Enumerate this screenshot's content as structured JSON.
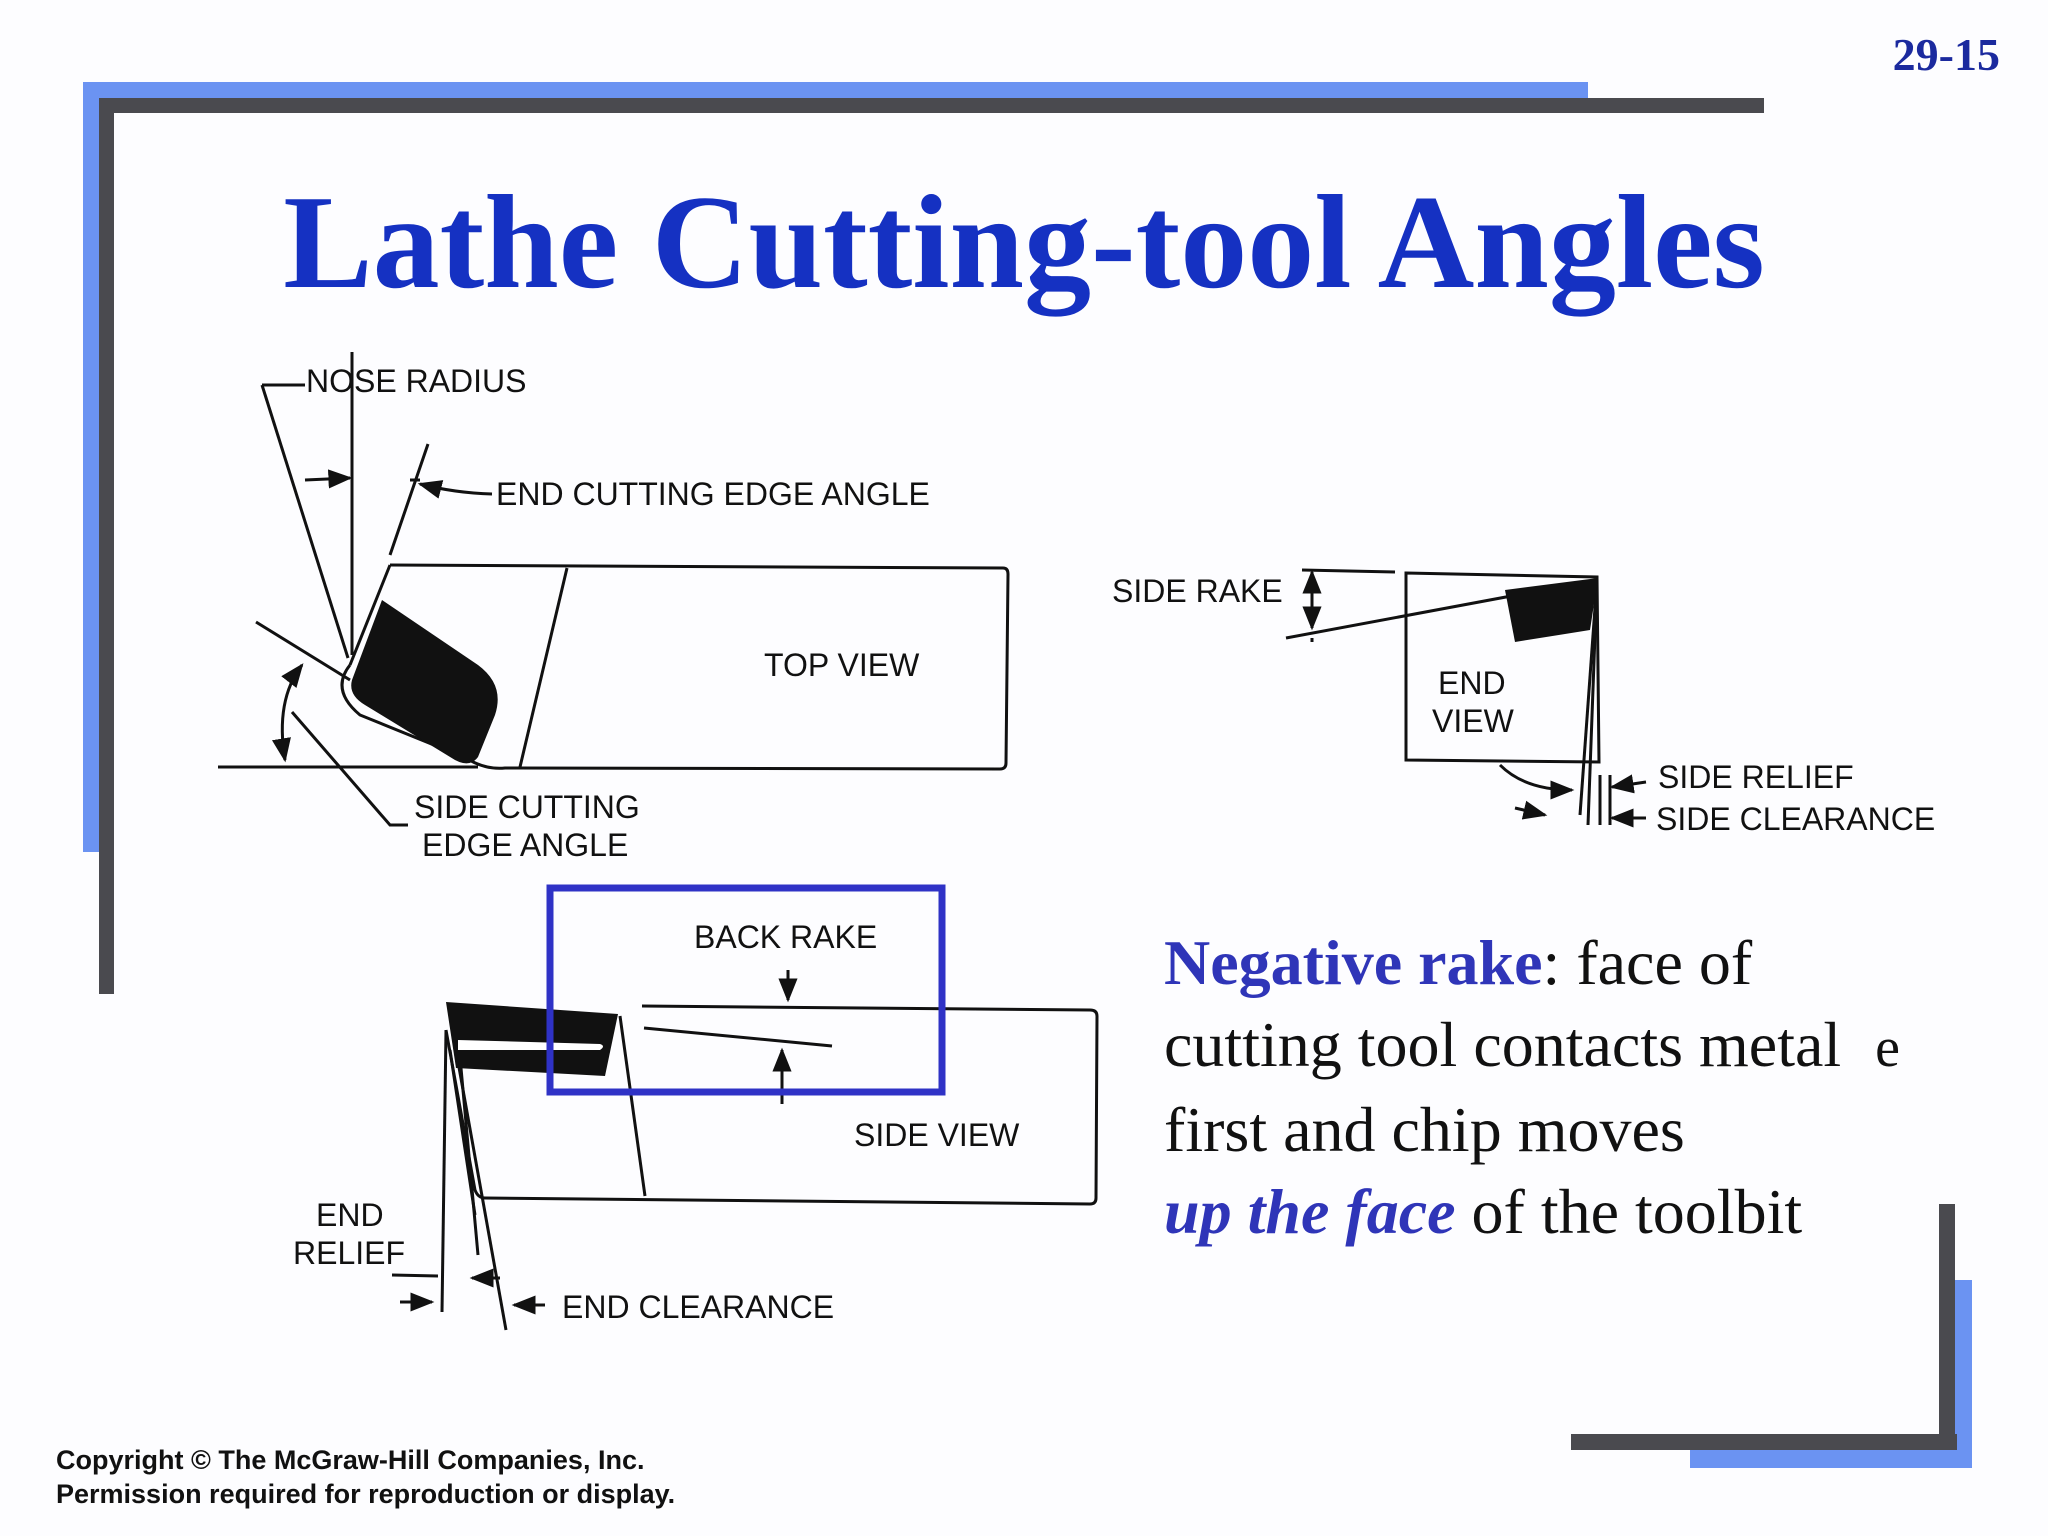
{
  "slide_number": "29-15",
  "title": "Lathe Cutting-tool Angles",
  "diagram_labels": {
    "nose_radius": "NOSE RADIUS",
    "end_cutting_edge_angle": "END CUTTING EDGE ANGLE",
    "top_view": "TOP VIEW",
    "side_cutting_line1": "SIDE CUTTING",
    "side_cutting_line2": "EDGE ANGLE",
    "side_rake": "SIDE RAKE",
    "end_view_line1": "END",
    "end_view_line2": "VIEW",
    "side_relief": "SIDE RELIEF",
    "side_clearance": "SIDE CLEARANCE",
    "back_rake": "BACK RAKE",
    "side_view": "SIDE VIEW",
    "end_relief_line1": "END",
    "end_relief_line2": "RELIEF",
    "end_clearance": "END CLEARANCE"
  },
  "note": {
    "term": "Negative rake",
    "text1": ": face of",
    "line2": "cutting tool contacts metal",
    "stray_glyph": "e",
    "line3": "first and chip moves",
    "emphasis": "up the face",
    "text4": " of the toolbit"
  },
  "copyright": {
    "line1": "Copyright © The McGraw-Hill Companies, Inc.",
    "line2": "Permission required for reproduction or display."
  },
  "colors": {
    "title": "#1531c2",
    "frame_blue": "#6b93f2",
    "frame_dark": "#4a4a4f",
    "highlight_box": "#2f32c6",
    "note_emphasis": "#2f35b8"
  }
}
